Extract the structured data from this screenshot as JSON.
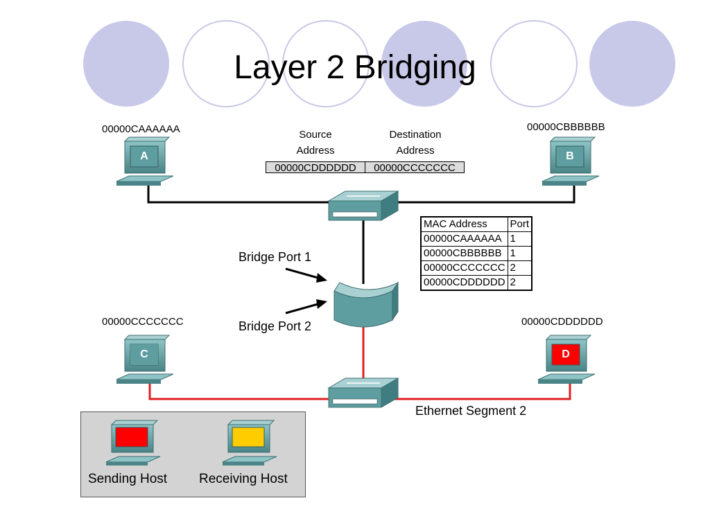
{
  "title": "Layer 2 Bridging",
  "hosts": {
    "a": {
      "mac": "00000CAAAAAA",
      "letter": "A"
    },
    "b": {
      "mac": "00000CBBBBBB",
      "letter": "B"
    },
    "c": {
      "mac": "00000CCCCCCC",
      "letter": "C"
    },
    "d": {
      "mac": "00000CDDDDDD",
      "letter": "D"
    }
  },
  "frame": {
    "source_header": "Source\nAddress",
    "destination_header": "Destination\nAddress",
    "source_value": "00000CDDDDDD",
    "destination_value": "00000CCCCCCC"
  },
  "mac_table": {
    "headers": [
      "MAC Address",
      "Port"
    ],
    "rows": [
      [
        "00000CAAAAAA",
        "1"
      ],
      [
        "00000CBBBBBB",
        "1"
      ],
      [
        "00000CCCCCCC",
        "2"
      ],
      [
        "00000CDDDDDD",
        "2"
      ]
    ]
  },
  "bridge_port_1": "Bridge Port 1",
  "bridge_port_2": "Bridge Port 2",
  "segment_label": "Ethernet Segment 2",
  "legend": {
    "sending": "Sending Host",
    "receiving": "Receiving Host"
  },
  "colors": {
    "segment1_line": "#000000",
    "segment2_line": "#e02020",
    "sending_host": "#ff0000",
    "receiving_host": "#ffcc00",
    "device_teal": "#5f9ea0",
    "circle_fill": "#c8c8e8"
  }
}
